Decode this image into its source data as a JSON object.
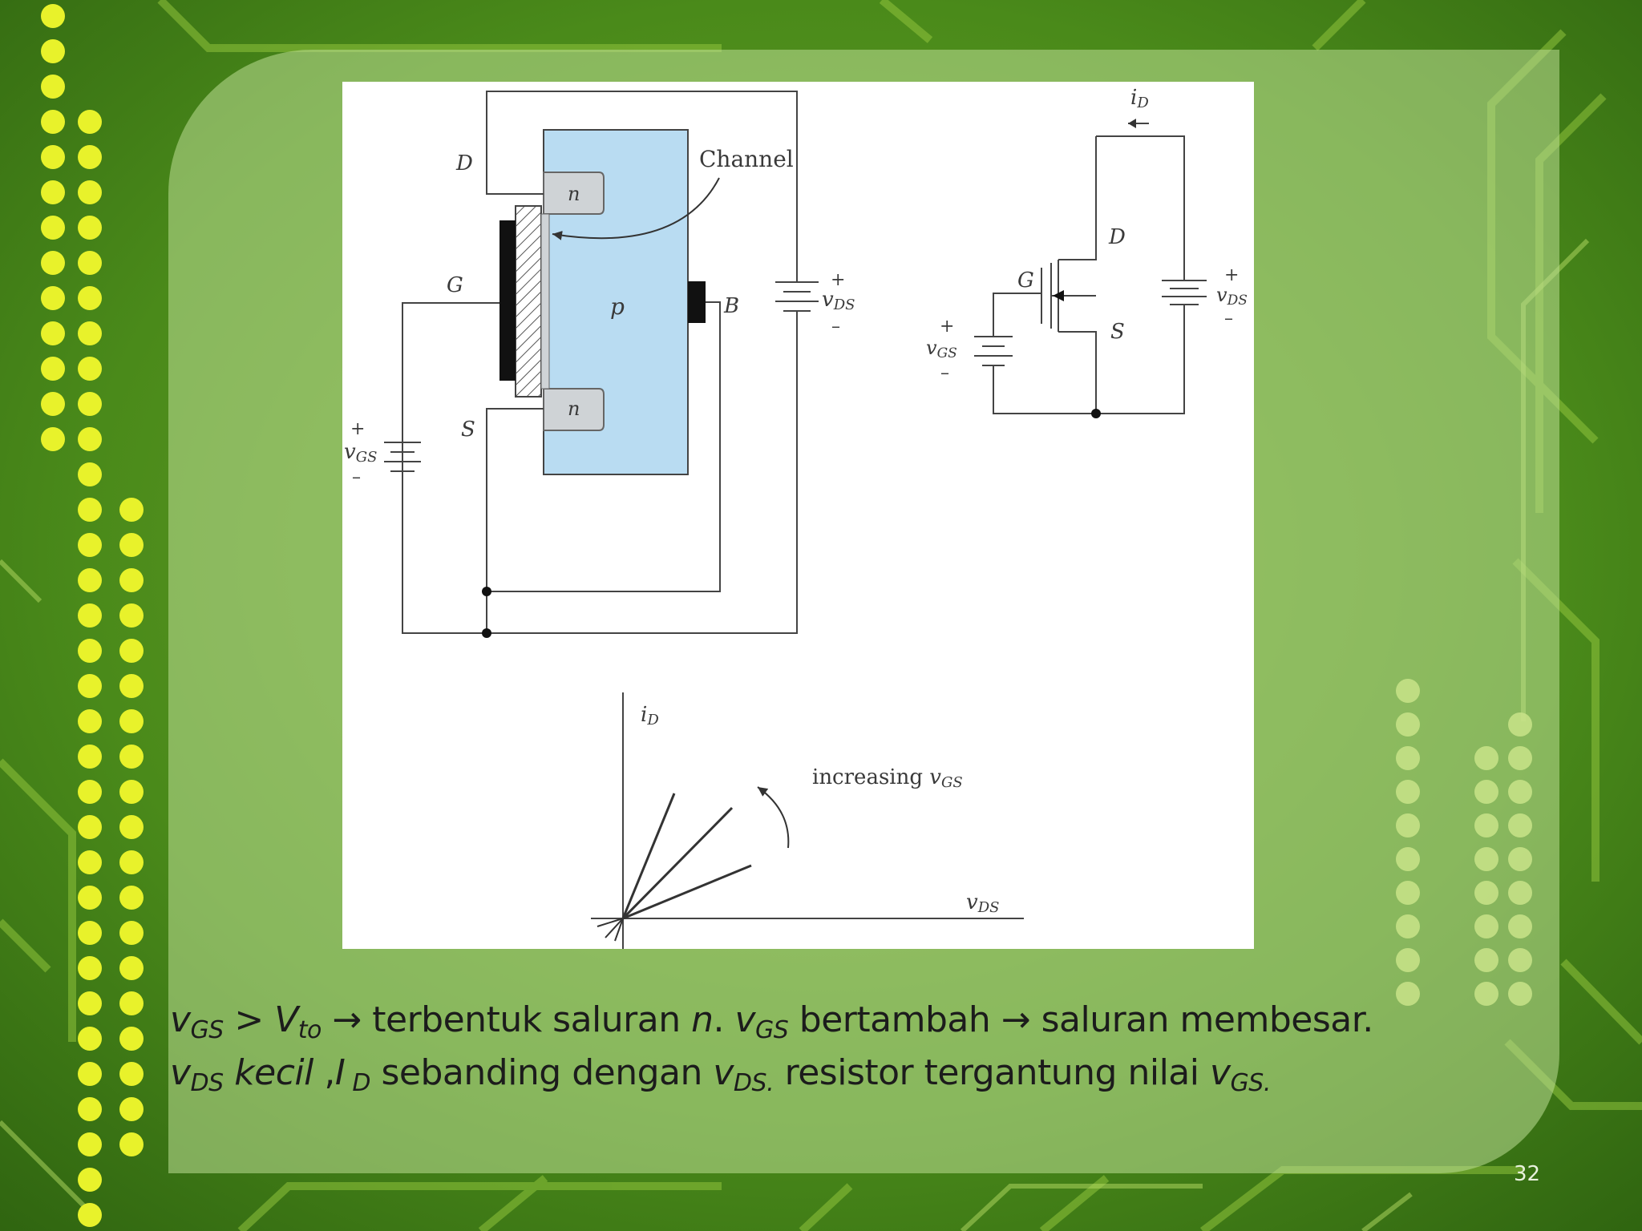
{
  "slide": {
    "page_number": "32",
    "colors": {
      "background_green": "#3f7a16",
      "dot_yellow": "#e8f22b",
      "panel_tint": "#bedd96",
      "channel_blue": "#b9dcf2",
      "text_dark": "#1c1c1c"
    }
  },
  "figure": {
    "physical": {
      "drain_label": "D",
      "gate_label": "G",
      "source_label": "S",
      "body_label": "B",
      "substrate_label": "p",
      "drain_region_label": "n",
      "source_region_label": "n",
      "channel_label": "Channel",
      "vgs_plus": "+",
      "vgs_minus": "–",
      "vgs_label": "v",
      "vgs_sub": "GS",
      "vds_plus": "+",
      "vds_minus": "–",
      "vds_label": "v",
      "vds_sub": "DS"
    },
    "schematic": {
      "id_label": "i",
      "id_sub": "D",
      "drain_label": "D",
      "gate_label": "G",
      "source_label": "S",
      "vgs_plus": "+",
      "vgs_minus": "–",
      "vgs_label": "v",
      "vgs_sub": "GS",
      "vds_plus": "+",
      "vds_minus": "–",
      "vds_label": "v",
      "vds_sub": "DS"
    },
    "graph": {
      "y_axis_label": "i",
      "y_axis_sub": "D",
      "x_axis_label": "v",
      "x_axis_sub": "DS",
      "annotation_text": "increasing ",
      "annotation_var": "v",
      "annotation_sub": "GS"
    }
  },
  "caption": {
    "line1": {
      "v": "v",
      "gs": "GS",
      "gt": " > ",
      "V": "V",
      "to": "to",
      "arrow1": " → ",
      "text1": "terbentuk saluran ",
      "n": "n",
      "dot": ". ",
      "v2": "v",
      "gs2": "GS",
      "text2": " bertambah ",
      "arrow2": "→",
      "text3": " saluran membesar."
    },
    "line2": {
      "v": "v",
      "ds": "DS",
      "kecil": " kecil",
      "comma": " ,",
      "I": "I",
      "d": " D",
      "text1": " sebanding dengan  ",
      "v2": "v",
      "ds2": "DS.",
      "text2": " resistor tergantung nilai  ",
      "v3": "v",
      "gs3": "GS."
    }
  }
}
